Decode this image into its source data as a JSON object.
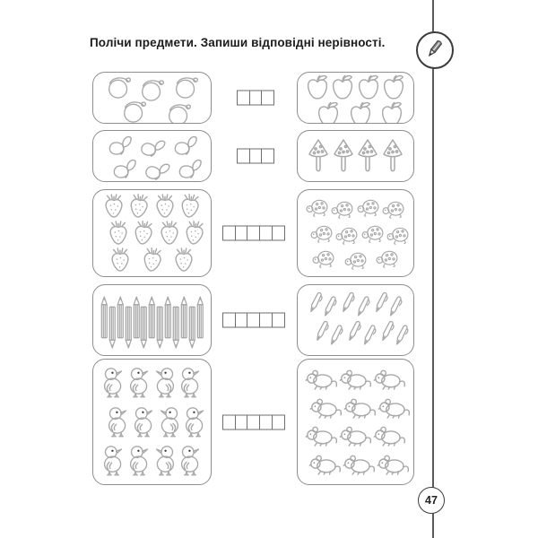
{
  "page": {
    "title": "Полічи предмети. Запиши відповідні нерівності.",
    "page_number": "47",
    "language": "Ukrainian",
    "outline_color": "#a8a8a8",
    "box_border_color": "#8e8e8e",
    "divider_color": "#5a5a5a",
    "text_color": "#1c1c1c"
  },
  "rows": [
    {
      "left": {
        "item": "apple-round",
        "label": "round apples",
        "count": 5,
        "lines": [
          3,
          2
        ]
      },
      "answer_cells": 3,
      "right": {
        "item": "apple-leaf",
        "label": "apples with leaf",
        "count": 7,
        "lines": [
          4,
          3
        ]
      }
    },
    {
      "left": {
        "item": "acorn",
        "label": "acorns",
        "count": 6,
        "lines": [
          3,
          3
        ]
      },
      "answer_cells": 3,
      "right": {
        "item": "mushroom",
        "label": "spotted mushrooms",
        "count": 4,
        "lines": [
          4
        ]
      }
    },
    {
      "left": {
        "item": "strawberry",
        "label": "strawberries",
        "count": 11,
        "lines": [
          4,
          4,
          3
        ]
      },
      "answer_cells": 5,
      "right": {
        "item": "turtle",
        "label": "turtles",
        "count": 11,
        "lines": [
          4,
          4,
          3
        ]
      }
    },
    {
      "left": {
        "item": "pencil",
        "label": "pencils",
        "count": 13,
        "lines": [
          13
        ]
      },
      "answer_cells": 5,
      "right": {
        "item": "pen",
        "label": "pens",
        "count": 12,
        "lines": [
          6,
          6
        ]
      }
    },
    {
      "left": {
        "item": "duckling",
        "label": "ducklings",
        "count": 12,
        "lines": [
          4,
          4,
          4
        ]
      },
      "answer_cells": 5,
      "right": {
        "item": "mouse",
        "label": "mice",
        "count": 12,
        "lines": [
          3,
          3,
          3,
          3
        ]
      }
    }
  ]
}
